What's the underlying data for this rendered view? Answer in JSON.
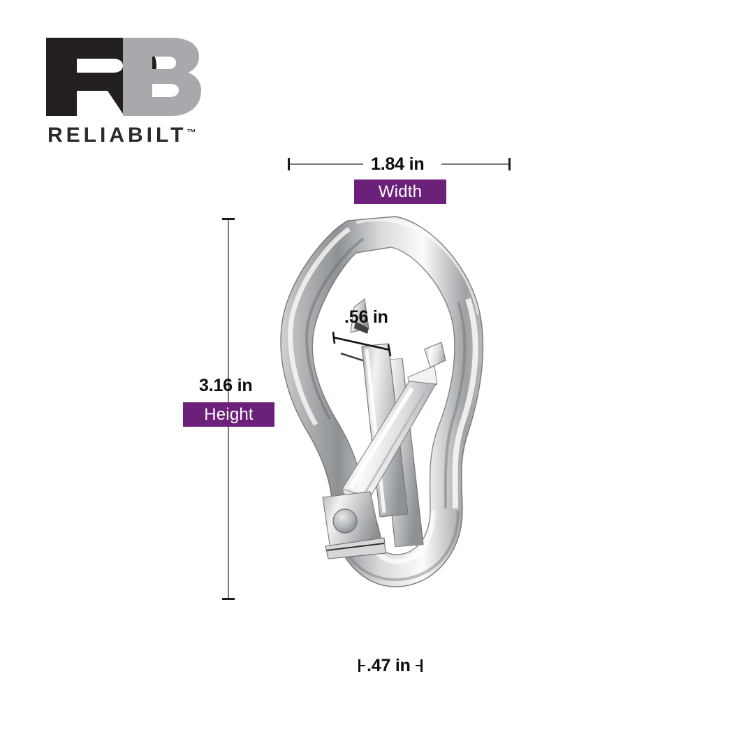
{
  "brand": {
    "mark_left_letter": "R",
    "mark_right_letter": "B",
    "wordmark": "RELIABILT",
    "trademark": "™",
    "mark_left_color": "#231f20",
    "mark_right_color": "#a7a9ac",
    "wordmark_color": "#2b2b2b"
  },
  "theme": {
    "badge_color": "#6b2079",
    "badge_text_color": "#ffffff",
    "dimension_text_color": "#0d0d0d",
    "rule_color": "#7a7a7a",
    "cap_color": "#1a1a1a",
    "background": "#ffffff"
  },
  "product": {
    "name": "spring-snap-hook-carabiner",
    "finish": "brushed-stainless-steel"
  },
  "dimensions": {
    "width": {
      "value": "1.84 in",
      "badge_label": "Width",
      "orientation": "horizontal"
    },
    "height": {
      "value": "3.16 in",
      "badge_label": "Height",
      "orientation": "vertical"
    },
    "gate_opening": {
      "value": ".56 in",
      "badge_label": "",
      "orientation": "diagonal"
    },
    "depth": {
      "value": ".47 in",
      "badge_label": "",
      "orientation": "horizontal"
    }
  }
}
